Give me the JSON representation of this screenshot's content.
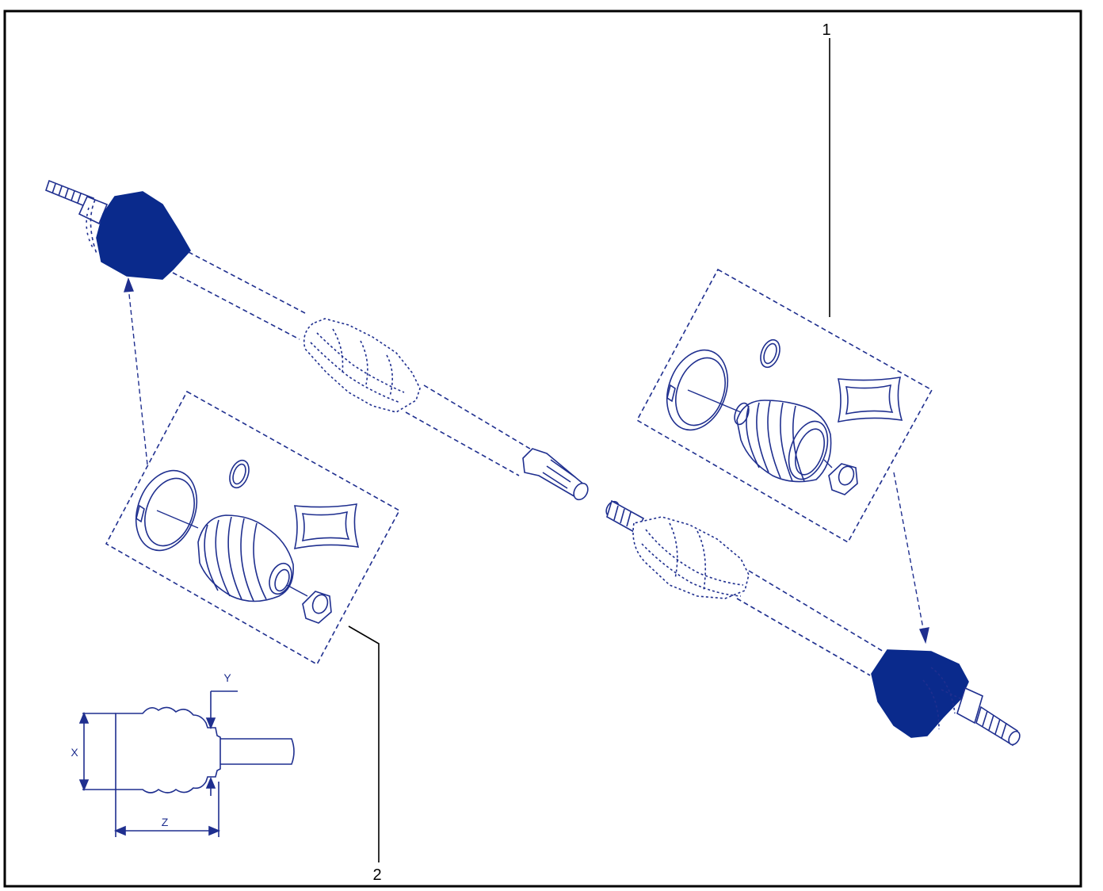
{
  "callouts": {
    "one": "1",
    "two": "2"
  },
  "dimensions": {
    "x": "X",
    "y": "Y",
    "z": "Z"
  },
  "colors": {
    "ink": "#1f2f8f",
    "boot_fill": "#0a2a8c",
    "leader": "#000000",
    "border": "#000000"
  }
}
